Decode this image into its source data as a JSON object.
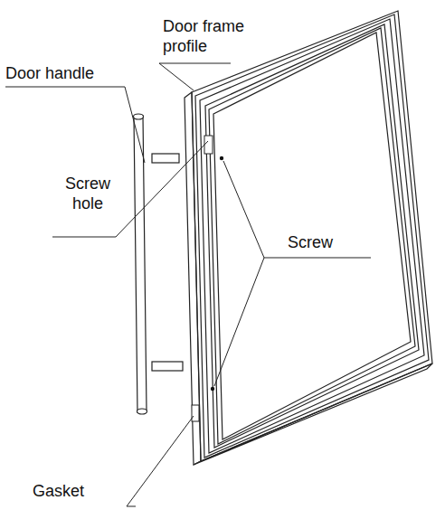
{
  "diagram": {
    "labels": [
      "Door frame profile",
      "Door handle",
      "Screw hole",
      "Screw",
      "Gasket"
    ]
  }
}
